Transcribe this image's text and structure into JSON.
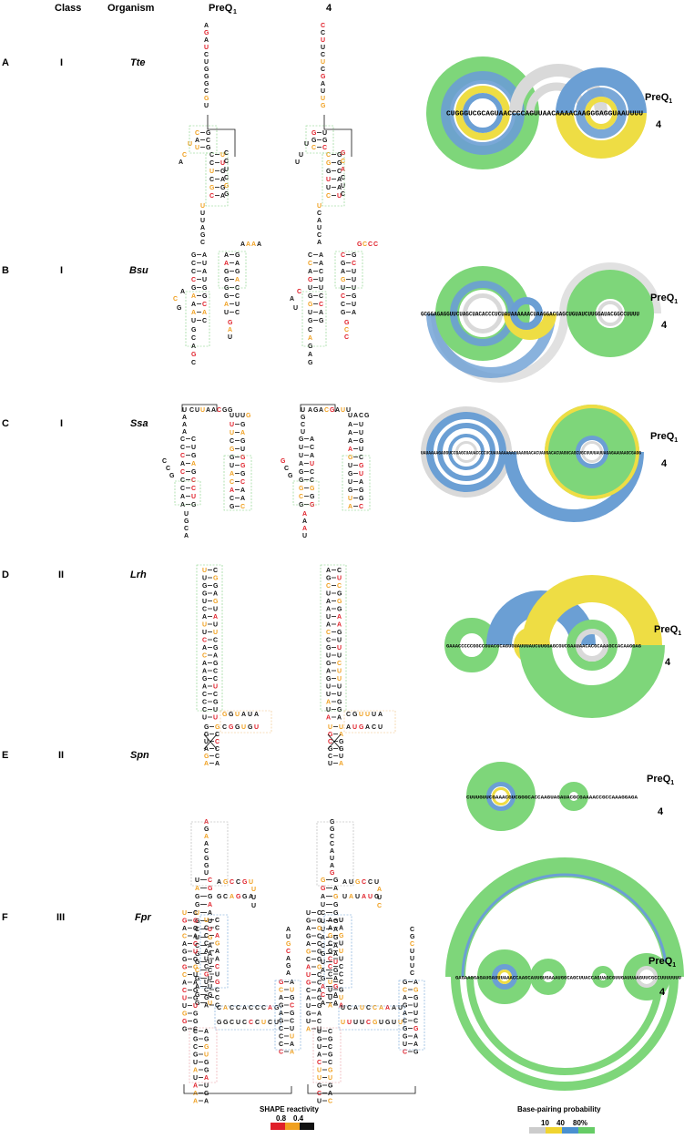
{
  "headers": {
    "class": "Class",
    "organism": "Organism",
    "ligand1_base": "PreQ",
    "ligand1_sub": "1",
    "ligand2": "4"
  },
  "rows": [
    {
      "panel": "A",
      "class": "I",
      "organism": "Tte",
      "sequence": "CUGGGUCGCAGUAACCCCAGUUAACAAAACAAGGGAGGUAAUUUU"
    },
    {
      "panel": "B",
      "class": "I",
      "organism": "Bsu",
      "sequence": "GCGGAGAGGUUCUAGCUACACCCUCUAUAAAAAACUAAGGACGAGCUGUAUCUUGGAUACGGCCUUUU"
    },
    {
      "panel": "C",
      "class": "I",
      "organism": "Ssa",
      "sequence": "UAUAAAAGAGGUCCGAGCUAUACCCCUCUAUAAAAAACUAAGGACACUAUGACACUAGUCAGCUGCUUUUAUUAGAGAAUAAGCGAGG"
    },
    {
      "panel": "D",
      "class": "II",
      "organism": "Lrh",
      "sequence": "GAAACCCCCGGCCGUACGCAGUGUAUUUAUCUUGGAGCGUCGAAUAACACGCAAAGCCACAAGGAG"
    },
    {
      "panel": "E",
      "class": "II",
      "organism": "Spn",
      "sequence": "CUUUGUUCGAAACGUCGGGCACCAAGUAGAUACGCGAAAACCGCCAAAGGAGA"
    },
    {
      "panel": "F",
      "class": "III",
      "organism": "Fpr",
      "sequence": "GAGAAGGAGAUGAUUUAAACCAAGCAUUGUGAAAUGGCAGCUUACCAGUAGCGUUGAUUAAGUUCGCCUUUUUUU"
    }
  ],
  "legend_shape": {
    "title": "SHAPE reactivity",
    "ticks": [
      "0.8",
      "0.4"
    ],
    "colors": [
      "#e0202a",
      "#f0a020",
      "#111111"
    ]
  },
  "legend_pairing": {
    "title": "Base-pairing probability",
    "ticks": [
      "10",
      "40",
      "80%"
    ],
    "colors": [
      "#cccccc",
      "#f0d430",
      "#4a90d0",
      "#66cc66"
    ]
  },
  "arc_colors": {
    "green": "#7ed67a",
    "blue": "#6b9fd4",
    "yellow": "#eedd44",
    "grey": "#d9d9d9"
  },
  "nucleotide_colors": {
    "high": "#e0202a",
    "mid": "#f0a020",
    "low": "#111111",
    "helix_label": "#7fcf7f",
    "helix_label_alt": "#e89aa0",
    "helix_label_blue": "#6b9fd4"
  }
}
